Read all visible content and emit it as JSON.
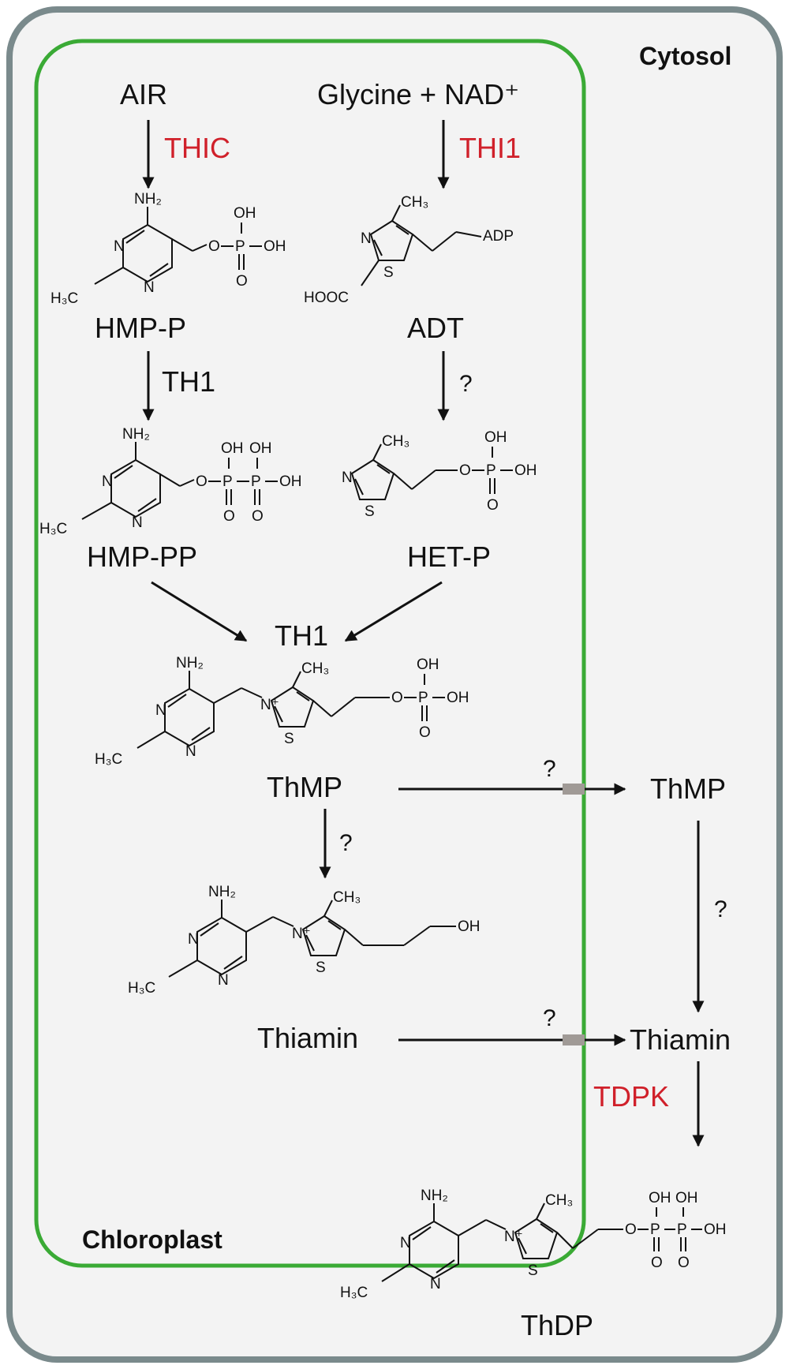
{
  "compartments": {
    "cytosol": "Cytosol",
    "chloroplast": "Chloroplast"
  },
  "colors": {
    "enzyme": "#d0202a",
    "chloroplast_border": "#3aaa35",
    "cytosol_border": "#7a8a8c",
    "transporter": "#a09a96"
  },
  "labels": {
    "air": "AIR",
    "glycine": "Glycine + NAD⁺",
    "hmp_p": "HMP-P",
    "adt": "ADT",
    "hmp_pp": "HMP-PP",
    "het_p": "HET-P",
    "thmp_chl": "ThMP",
    "thiamin_chl": "Thiamin",
    "thmp_cyt": "ThMP",
    "thiamin_cyt": "Thiamin",
    "thdp": "ThDP"
  },
  "enzymes": {
    "thic": "THIC",
    "thi1": "THI1",
    "th1_a": "TH1",
    "th1_b": "TH1",
    "tdpk": "TDPK"
  },
  "unknowns": {
    "q1": "?",
    "q2": "?",
    "q3": "?",
    "q4": "?",
    "q5": "?",
    "q6": "?"
  },
  "atoms": {
    "nh2": "NH₂",
    "oh": "OH",
    "o": "O",
    "p": "P",
    "n": "N",
    "s": "S",
    "h3c": "H₃C",
    "ch3": "CH₃",
    "hooc": "HOOC",
    "adp": "ADP",
    "nplus": "N⁺"
  }
}
